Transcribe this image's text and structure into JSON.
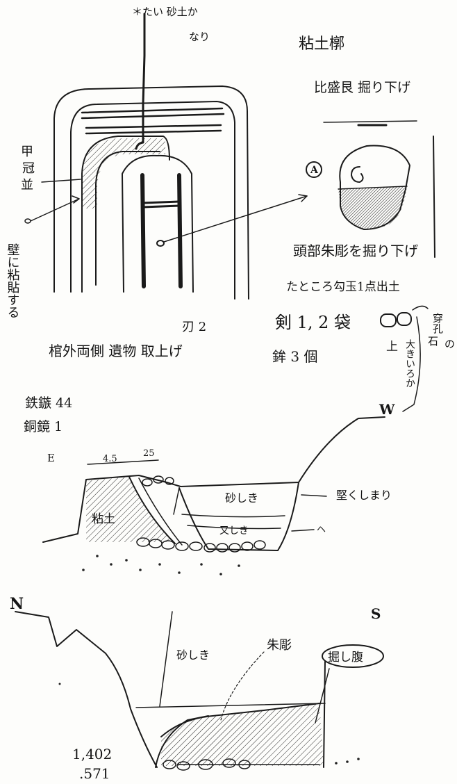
{
  "notes": {
    "top_note_1": "＊たい 砂土か",
    "top_note_2": "なり",
    "top_right_title": "粘土槨",
    "top_right_sub": "比盛艮 掘り下げ",
    "left_label_1": "甲",
    "left_label_2": "冠",
    "left_label_3": "並",
    "left_vertical": "壁に粘貼する",
    "marker_a": "A",
    "head_note_1": "頭部朱彫を掘り下げ",
    "head_note_2": "たところ勾玉1点出土",
    "ken_count": "剣 1, 2 袋",
    "sword_note": "刃 2",
    "coffin_note": "棺外両側 遺物 取上げ",
    "dagger_note": "鉾 3 個",
    "side_note_1": "上",
    "side_note_2": "穿孔",
    "side_note_3": "の",
    "side_note_4": "石",
    "side_note_5": "大きいろか",
    "iron_note": "鉄鏃 44",
    "bronze_note": "銅鏡 1",
    "west": "W",
    "east": "E",
    "dim_45": "4.5",
    "dim_25": "25",
    "clay_label": "粘土",
    "sand_upper": "砂しき",
    "sand_lower": "又しき",
    "right_note_1": "堅くしまり",
    "right_note_2": "ヘ"
  },
  "lower": {
    "north": "N",
    "south": "S",
    "sand": "砂しき",
    "vermilion": "朱彫",
    "hollow": "掘し腹",
    "num_1": "1,402",
    "num_2": ".571"
  }
}
